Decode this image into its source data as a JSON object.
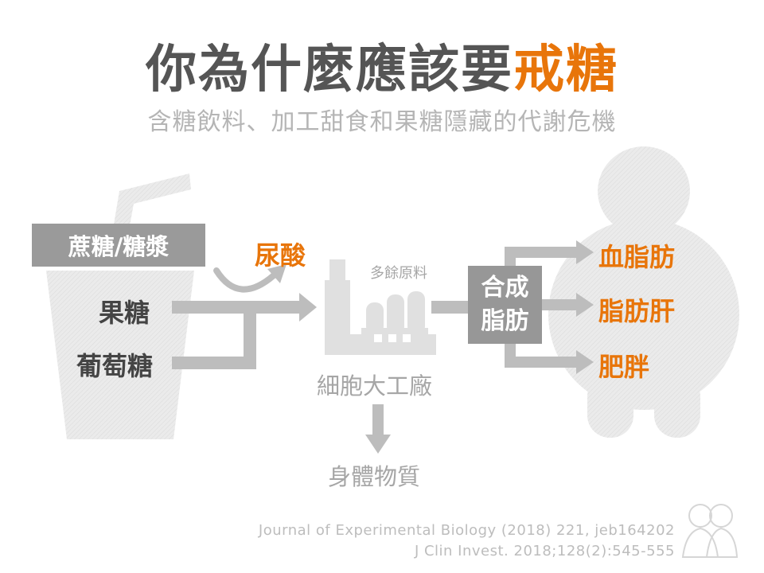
{
  "header": {
    "title_main": "你為什麼應該要",
    "title_highlight": "戒糖",
    "subtitle": "含糖飲料、加工甜食和果糖隱藏的代謝危機"
  },
  "drink": {
    "box_label": "蔗糖/糖漿",
    "item_fructose": "果糖",
    "item_glucose": "葡萄糖"
  },
  "uric_acid": "尿酸",
  "factory": {
    "surplus_label": "多餘原料",
    "label": "細胞大工廠",
    "output": "身體物質"
  },
  "fat_synthesis": {
    "line1": "合成",
    "line2": "脂肪"
  },
  "outcomes": [
    "血脂肪",
    "脂肪肝",
    "肥胖"
  ],
  "references": [
    "Journal of Experimental Biology (2018) 221, jeb164202",
    "J Clin Invest. 2018;128(2):545-555"
  ],
  "colors": {
    "accent": "#e8750a",
    "dark_text": "#444444",
    "grey_box": "#9a9a9a",
    "light_shape": "#e6e6e6"
  }
}
